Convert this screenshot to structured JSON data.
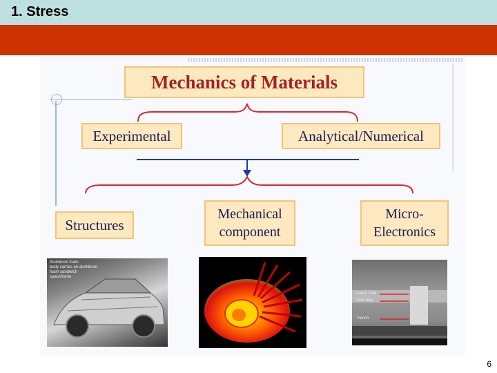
{
  "header": {
    "title": "1. Stress",
    "title_bar_color": "#bfe0e0",
    "accent_band_color": "#cc3300"
  },
  "diagram": {
    "root": "Mechanics of Materials",
    "level1": [
      "Experimental",
      "Analytical/Numerical"
    ],
    "level2": [
      "Structures",
      "Mechanical\ncomponent",
      "Micro-\nElectronics"
    ]
  },
  "images": {
    "car_caption": "Aluminum foam\nbody carries an aluminum-\nfoam sandwich\nspaceframe",
    "turbine_alt": "turbine-fea-image",
    "sem_labels": [
      "Low-k cure",
      "Seal ring",
      "Trench"
    ]
  },
  "footer": {
    "page_number": "6"
  },
  "colors": {
    "box_fill": "#fde9c0",
    "box_border": "#f2c27a",
    "title_text": "#a52222",
    "brace_color": "#d8262b",
    "divider_color": "#1f3aa8"
  }
}
